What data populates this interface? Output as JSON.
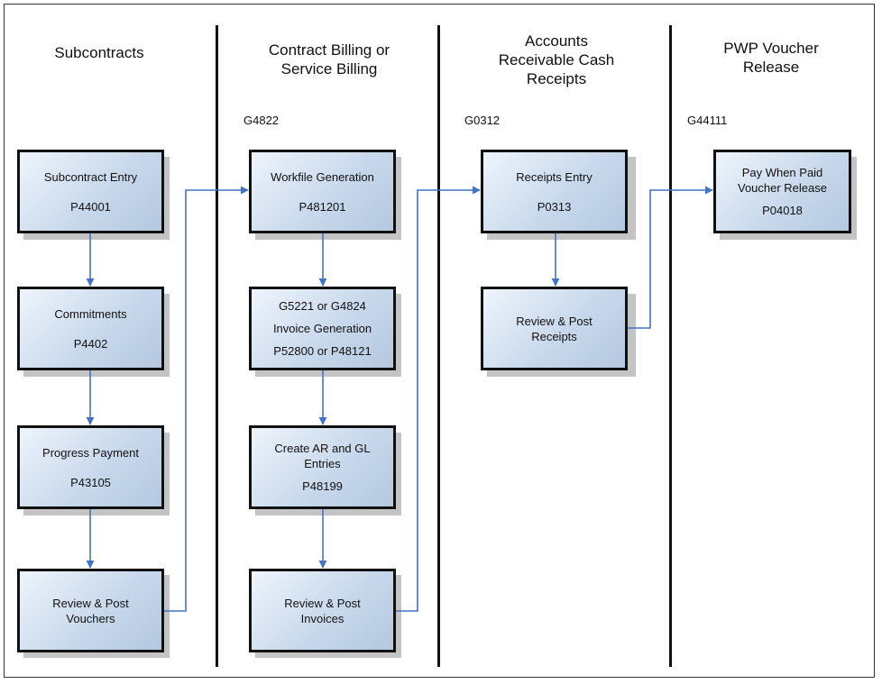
{
  "lanes": [
    {
      "title": "Subcontracts",
      "group": ""
    },
    {
      "title": "Contract Billing  or\nService Billing",
      "group": "G4822"
    },
    {
      "title": "Accounts\nReceivable Cash\nReceipts",
      "group": "G0312"
    },
    {
      "title": "PWP Voucher\nRelease",
      "group": "G44111"
    }
  ],
  "nodes": {
    "subcontract_entry": {
      "label": "Subcontract Entry",
      "code": "P44001"
    },
    "commitments": {
      "label": "Commitments",
      "code": "P4402"
    },
    "progress_payment": {
      "label": "Progress Payment",
      "code": "P43105"
    },
    "review_post_vouchers": {
      "label": "Review & Post\nVouchers",
      "code": ""
    },
    "workfile_generation": {
      "label": "Workfile Generation",
      "code": "P481201"
    },
    "invoice_generation": {
      "pre": "G5221 or G4824",
      "label": "Invoice Generation",
      "code": "P52800 or P48121"
    },
    "create_ar_gl": {
      "label": "Create AR and GL\nEntries",
      "code": "P48199"
    },
    "review_post_invoices": {
      "label": "Review & Post\nInvoices",
      "code": ""
    },
    "receipts_entry": {
      "label": "Receipts Entry",
      "code": "P0313"
    },
    "review_post_receipts": {
      "label": "Review & Post\nReceipts",
      "code": ""
    },
    "pwp_release": {
      "label": "Pay When Paid\nVoucher Release",
      "code": "P04018"
    }
  },
  "colors": {
    "arrow": "#4472c4",
    "box_border": "#111111",
    "box_fill": "#c9d9ec",
    "separator": "#111111"
  }
}
